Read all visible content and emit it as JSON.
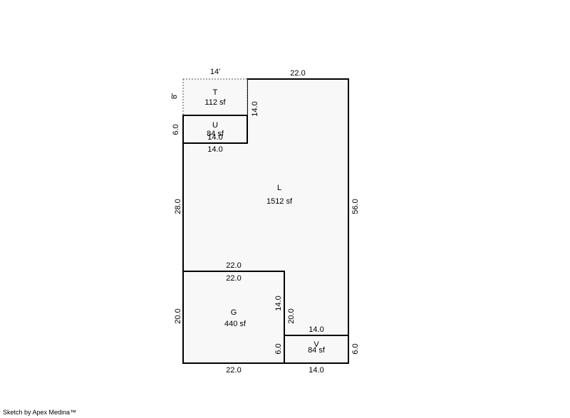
{
  "sketch": {
    "rooms": {
      "T": {
        "name": "T",
        "area": "112 sf"
      },
      "U": {
        "name": "U",
        "area": "84 sf"
      },
      "L": {
        "name": "L",
        "area": "1512 sf"
      },
      "G": {
        "name": "G",
        "area": "440 sf"
      },
      "V": {
        "name": "V",
        "area": "84 sf"
      }
    },
    "dims": {
      "t_top": "14'",
      "t_left": "8'",
      "l_top": "22.0",
      "l_inner_v": "14.0",
      "u_left": "6.0",
      "u_inner": "14.0",
      "u_bottom": "14.0",
      "l_left": "28.0",
      "l_right": "56.0",
      "g_top_outer": "22.0",
      "g_top_inner": "22.0",
      "g_right_inner": "14.0",
      "g_right_outer": "20.0",
      "g_left": "20.0",
      "v_top": "14.0",
      "v_left": "6.0",
      "v_right": "6.0",
      "g_bottom": "22.0",
      "v_bottom": "14.0"
    }
  },
  "footer": {
    "credit": "Sketch by Apex Medina™"
  }
}
